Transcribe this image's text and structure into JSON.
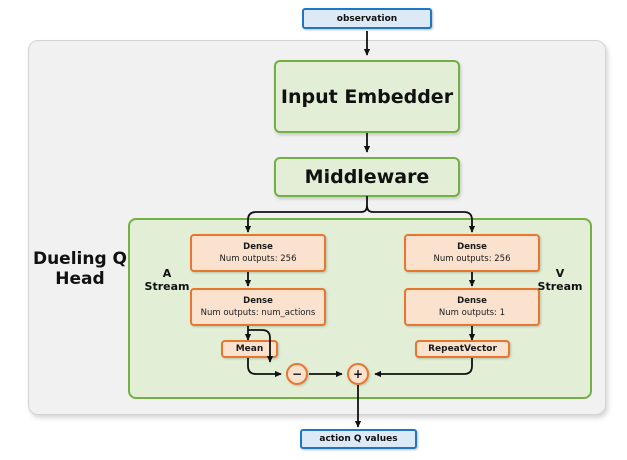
{
  "diagram": {
    "title_label": "Dueling Q\nHead",
    "input": {
      "label": "observation",
      "name": "observation-node"
    },
    "output": {
      "label": "action Q values",
      "name": "action-q-values-node"
    },
    "modules": [
      {
        "id": "input-embedder",
        "label": "Input Embedder"
      },
      {
        "id": "middleware",
        "label": "Middleware"
      }
    ],
    "head": {
      "label_line1": "Dueling Q",
      "label_line2": "Head",
      "stream_a_line1": "A",
      "stream_a_line2": "Stream",
      "stream_v_line1": "V",
      "stream_v_line2": "Stream"
    },
    "a_stream": [
      {
        "id": "a-dense-256",
        "title": "Dense",
        "subtitle": "Num outputs: 256"
      },
      {
        "id": "a-dense-num-actions",
        "title": "Dense",
        "subtitle": "Num outputs: num_actions"
      },
      {
        "id": "mean-op",
        "title": "Mean",
        "subtitle": ""
      }
    ],
    "v_stream": [
      {
        "id": "v-dense-256",
        "title": "Dense",
        "subtitle": "Num outputs: 256"
      },
      {
        "id": "v-dense-1",
        "title": "Dense",
        "subtitle": "Num outputs: 1"
      },
      {
        "id": "repeat-vector",
        "title": "RepeatVector",
        "subtitle": ""
      }
    ],
    "operators": [
      {
        "id": "subtract-op",
        "symbol": "−"
      },
      {
        "id": "add-op",
        "symbol": "+"
      }
    ],
    "colors": {
      "io_fill": "#dce9f7",
      "io_stroke": "#1f77c4",
      "module_fill": "#e2eed6",
      "module_stroke": "#72b044",
      "layer_fill": "#fbe2cf",
      "layer_stroke": "#e8762c",
      "panel_fill": "#f1f1f1",
      "panel_stroke": "#d4d4d4",
      "wire": "#111111",
      "background": "#ffffff"
    }
  }
}
